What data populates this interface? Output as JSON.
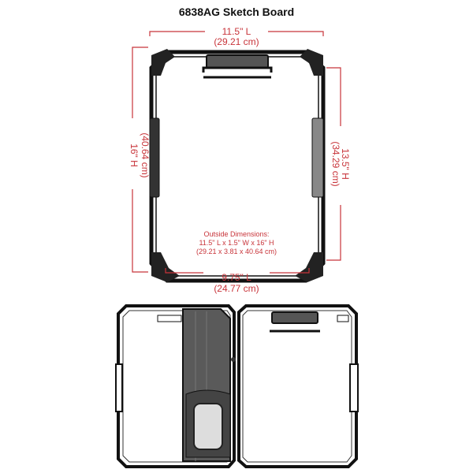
{
  "title": "6838AG Sketch Board",
  "dimensions": {
    "top": {
      "imperial": "11.5\" L",
      "metric": "(29.21 cm)"
    },
    "left": {
      "imperial": "16\" H",
      "metric": "(40.64 cm)"
    },
    "right": {
      "imperial": "13.5\" H",
      "metric": "(34.29 cm)"
    },
    "bottom": {
      "imperial": "9.75\" L",
      "metric": "(24.77 cm)"
    },
    "outside": {
      "heading": "Outside Dimensions:",
      "imperial": "11.5\" L x 1.5\" W x 16\" H",
      "metric": "(29.21 x 3.81 x 40.64 cm)"
    }
  },
  "colors": {
    "dimension": "#c8343a",
    "outline": "#111111",
    "pocket": "#5a5a5a"
  }
}
